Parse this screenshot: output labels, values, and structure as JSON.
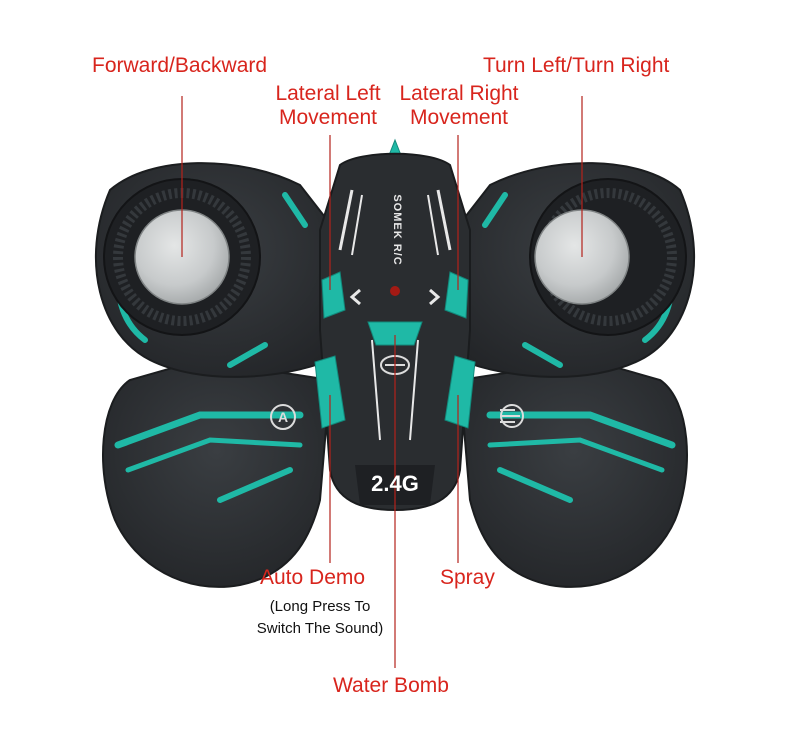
{
  "colors": {
    "label_red": "#d8251d",
    "leader_line": "#b3221b",
    "controller_body": "#2b2e31",
    "accent_teal": "#1fb9a6",
    "joystick": "#c9cccd"
  },
  "labels": {
    "forward_backward": "Forward/Backward",
    "turn_left_right": "Turn Left/Turn Right",
    "lateral_left_line1": "Lateral Left",
    "lateral_left_line2": "Movement",
    "lateral_right_line1": "Lateral Right",
    "lateral_right_line2": "Movement",
    "auto_demo": "Auto Demo",
    "auto_demo_note_line1": "(Long Press To",
    "auto_demo_note_line2": "Switch The Sound)",
    "spray": "Spray",
    "water_bomb": "Water Bomb"
  },
  "controller": {
    "brand_text": "SOMEK R/C",
    "frequency_badge": "2.4G",
    "icons": {
      "auto_demo": "auto-a-circle-icon",
      "water_bomb": "water-bomb-icon",
      "spray": "spray-icon",
      "led": "status-led-icon"
    }
  }
}
